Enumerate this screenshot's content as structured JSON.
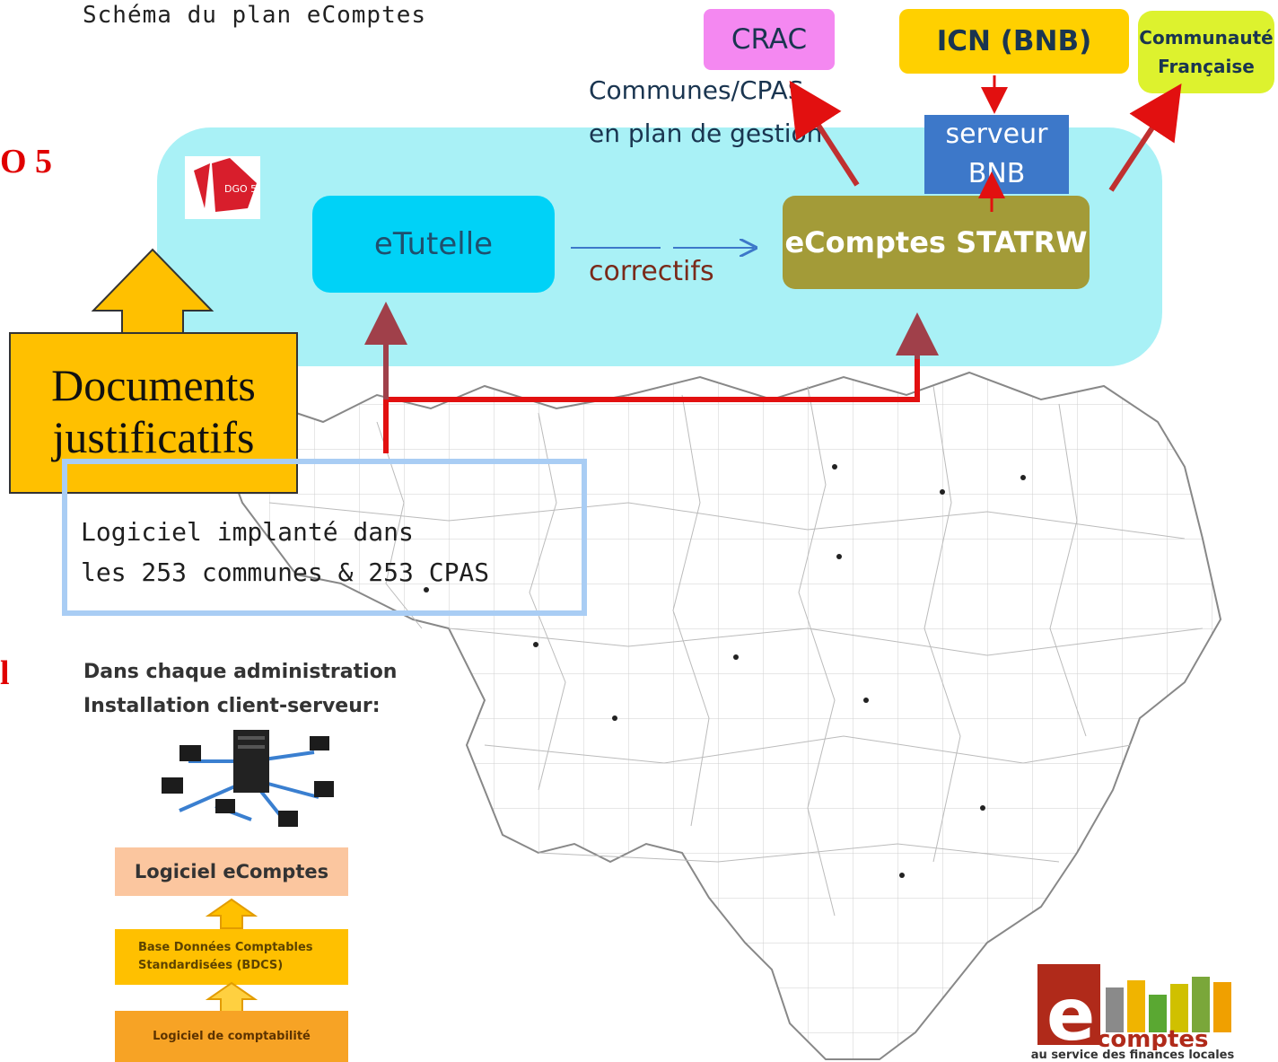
{
  "title": "Schéma du plan eComptes",
  "side_labels": {
    "top": "O 5",
    "bottom": "l"
  },
  "dgo_logo_text": "DGO 5",
  "boxes": {
    "crac": "CRAC",
    "icn": "ICN (BNB)",
    "communaute_line1": "Communauté",
    "communaute_line2": "Française",
    "serveur_line1": "serveur",
    "serveur_line2": "BNB",
    "etutelle": "eTutelle",
    "statrw": "eComptes STATRW"
  },
  "labels": {
    "communes_line1": "Communes/CPAS",
    "communes_line2": "en plan de gestion",
    "correctifs": "correctifs"
  },
  "documents": {
    "line1": "Documents",
    "line2": "justificatifs"
  },
  "software": {
    "line1": "Logiciel implanté dans",
    "line2": "les 253 communes & 253 CPAS"
  },
  "admin": {
    "line1": "Dans chaque administration",
    "line2": "Installation client-serveur:"
  },
  "stack": {
    "top": "Logiciel eComptes",
    "middle_line1": "Base Données Comptables",
    "middle_line2": "Standardisées   (BDCS)",
    "bottom": "Logiciel de comptabilité"
  },
  "logo": {
    "text": "comptes",
    "tagline": "au service des finances locales"
  },
  "colors": {
    "red_arrow": "#e21010",
    "dark_arrow": "#a0404a",
    "zone": "#a9f1f6"
  },
  "icons": [
    "dgo5-logo",
    "network-icon",
    "ecomptes-logo",
    "map-image"
  ]
}
